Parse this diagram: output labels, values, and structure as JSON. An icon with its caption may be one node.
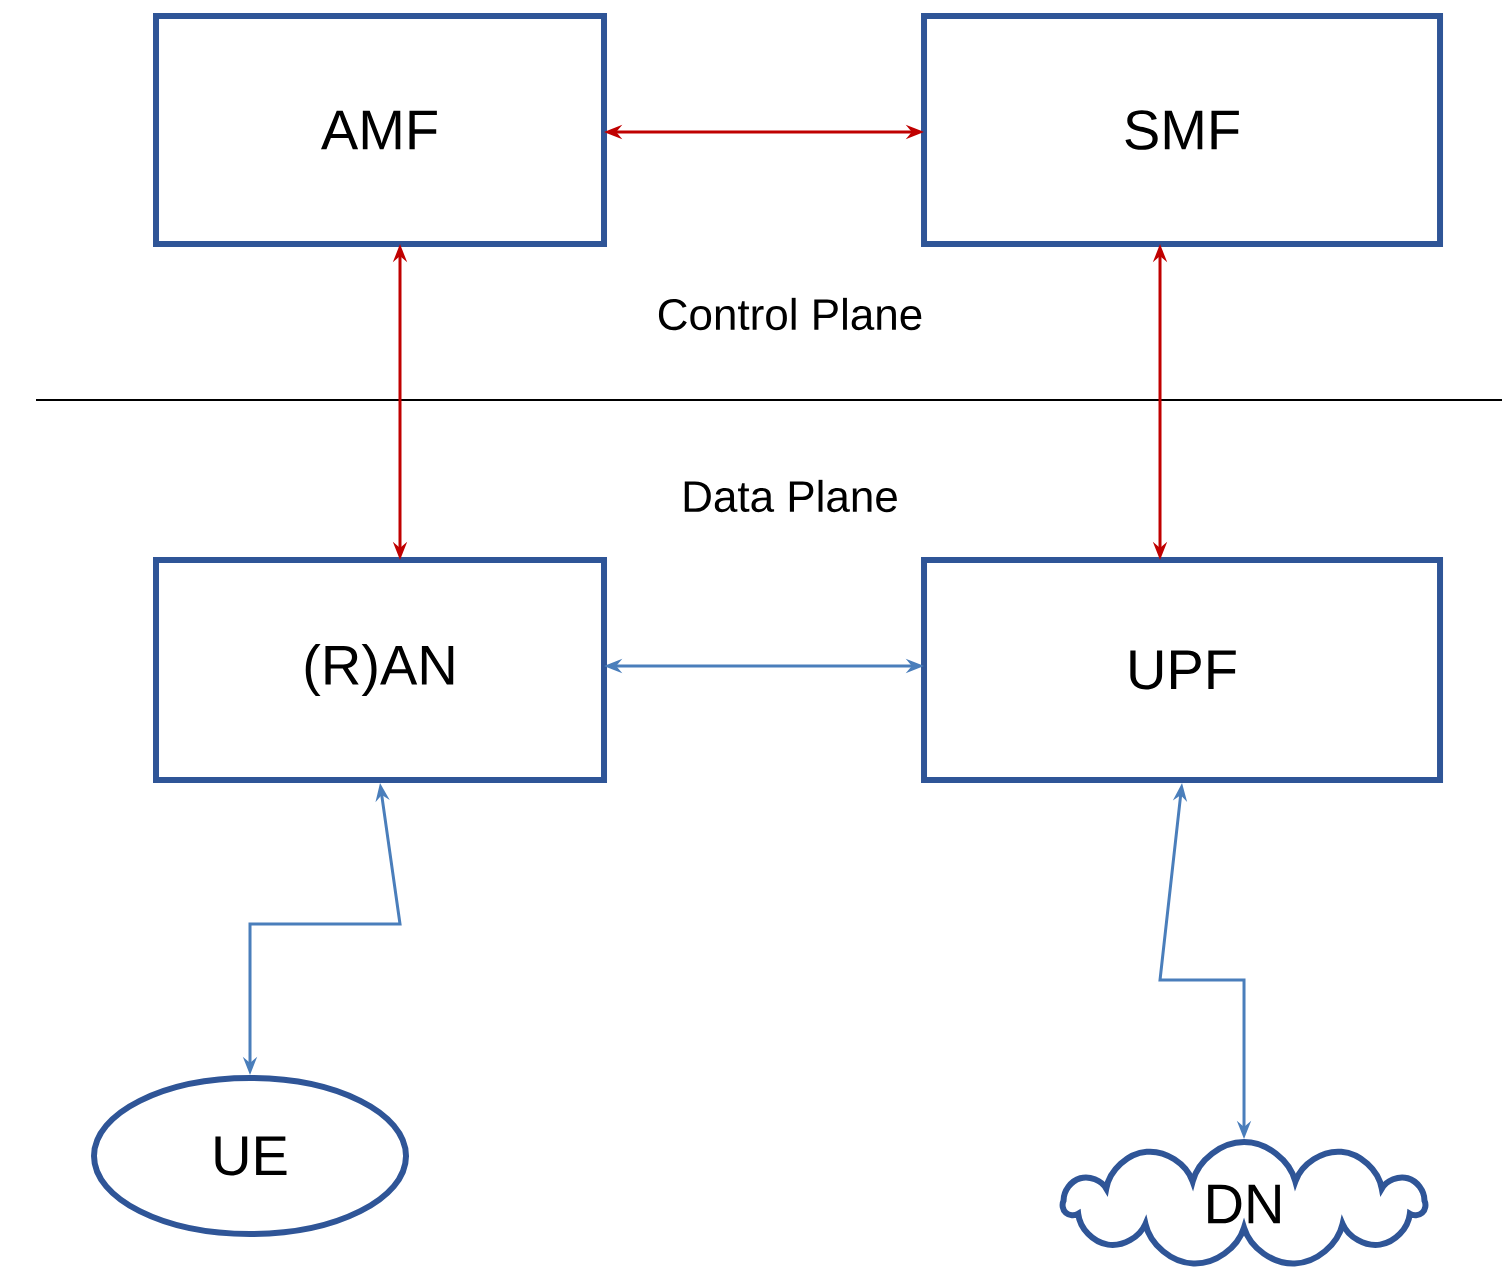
{
  "diagram": {
    "nodes": [
      {
        "text": [
          "AMF"
        ]
      },
      {
        "text": [
          "SMF"
        ]
      },
      {
        "text": [
          "(R)AN"
        ]
      },
      {
        "text": [
          "UPF"
        ]
      },
      {
        "text": [
          "UE"
        ]
      },
      {
        "text": [
          "DN"
        ]
      }
    ],
    "edges": [
      {
        "from": 0,
        "to": 1,
        "arrow": "both",
        "color": "#c00000"
      },
      {
        "from": 0,
        "to": 2,
        "arrow": "both",
        "color": "#c00000"
      },
      {
        "from": 1,
        "to": 3,
        "arrow": "both",
        "color": "#c00000"
      },
      {
        "from": 2,
        "to": 3,
        "arrow": "both",
        "color": "#4a7ebb"
      },
      {
        "from": 2,
        "to": 4,
        "arrow": "both",
        "color": "#4a7ebb"
      },
      {
        "from": 3,
        "to": 5,
        "arrow": "both",
        "color": "#4a7ebb"
      }
    ],
    "labels": [
      "Control Plane",
      "Data Plane"
    ]
  }
}
